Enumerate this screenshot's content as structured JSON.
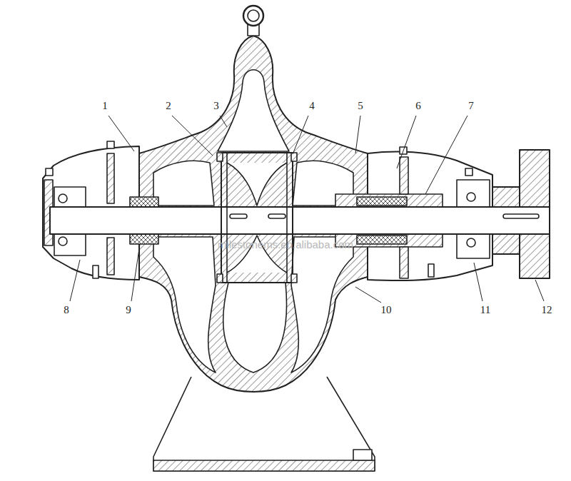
{
  "diagram": {
    "labels": [
      "1",
      "2",
      "3",
      "4",
      "5",
      "6",
      "7",
      "8",
      "9",
      "10",
      "11",
      "12",
      "milestonems.en.alibaba.com"
    ]
  }
}
